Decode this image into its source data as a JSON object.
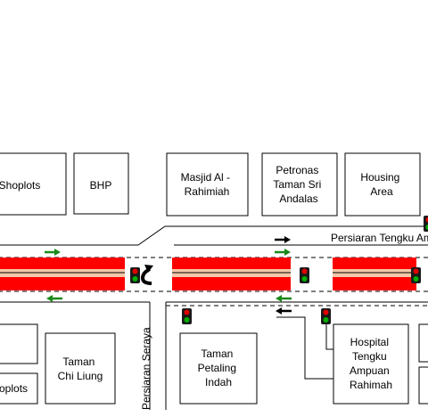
{
  "buildings": [
    {
      "id": "shoplots-top",
      "lines": [
        "Shoplots"
      ]
    },
    {
      "id": "bhp",
      "lines": [
        "BHP"
      ]
    },
    {
      "id": "masjid",
      "lines": [
        "Masjid Al -",
        "Rahimiah"
      ]
    },
    {
      "id": "petronas",
      "lines": [
        "Petronas",
        "Taman Sri",
        "Andalas"
      ]
    },
    {
      "id": "housing",
      "lines": [
        "Housing",
        "Area"
      ]
    },
    {
      "id": "blank-left",
      "lines": []
    },
    {
      "id": "taman-chi-liung",
      "lines": [
        "Taman",
        "Chi Liung"
      ]
    },
    {
      "id": "shoplots-bottom",
      "lines": [
        "oplots"
      ]
    },
    {
      "id": "taman-petaling",
      "lines": [
        "Taman",
        "Petaling",
        "Indah"
      ]
    },
    {
      "id": "hospital",
      "lines": [
        "Hospital",
        "Tengku",
        "Ampuan",
        "Rahimah"
      ]
    },
    {
      "id": "blank-right-1",
      "lines": []
    },
    {
      "id": "blank-right-2",
      "lines": []
    }
  ],
  "roads": {
    "main": "Persiaran Tengku Am",
    "side": "Persiaran Seraya"
  },
  "colors": {
    "median_red": "#ff0000",
    "median_core": "#f4c7a8",
    "arrow_green": "#1a8a1a",
    "arrow_black": "#000000",
    "signal_red": "#e00000",
    "signal_green": "#00b000",
    "signal_body": "#1a1a1a"
  },
  "icons": [
    "traffic-light-icon",
    "u-turn-arrow-icon",
    "direction-arrow-icon"
  ]
}
